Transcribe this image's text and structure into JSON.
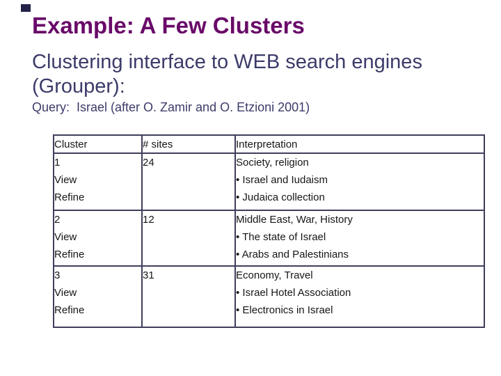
{
  "slide": {
    "title": "Example: A Few Clusters",
    "subtitle_line1": "Clustering interface to WEB search engines",
    "subtitle_line2": "(Grouper):",
    "query_line": "Query:  Israel (after O. Zamir and O. Etzioni 2001)",
    "colors": {
      "title": "#690a69",
      "subtitle": "#3b3b6a",
      "table_border": "#3e3e5c",
      "table_text": "#161616",
      "background": "#ffffff",
      "corner_square": "#23234a"
    }
  },
  "table": {
    "headers": {
      "cluster": "Cluster",
      "sites": "# sites",
      "interpretation": "Interpretation"
    },
    "rows": [
      {
        "cluster": "1",
        "links": [
          "View",
          "Refine"
        ],
        "sites": "24",
        "interpretation": [
          "Society, religion",
          "• Israel and Iudaism",
          "• Judaica collection"
        ]
      },
      {
        "cluster": "2",
        "links": [
          "View",
          "Refine"
        ],
        "sites": "12",
        "interpretation": [
          "Middle East, War, History",
          "• The state of Israel",
          "• Arabs and Palestinians"
        ]
      },
      {
        "cluster": "3",
        "links": [
          "View",
          "Refine"
        ],
        "sites": "31",
        "interpretation": [
          "Economy, Travel",
          "• Israel Hotel Association",
          "• Electronics in Israel"
        ]
      }
    ]
  }
}
